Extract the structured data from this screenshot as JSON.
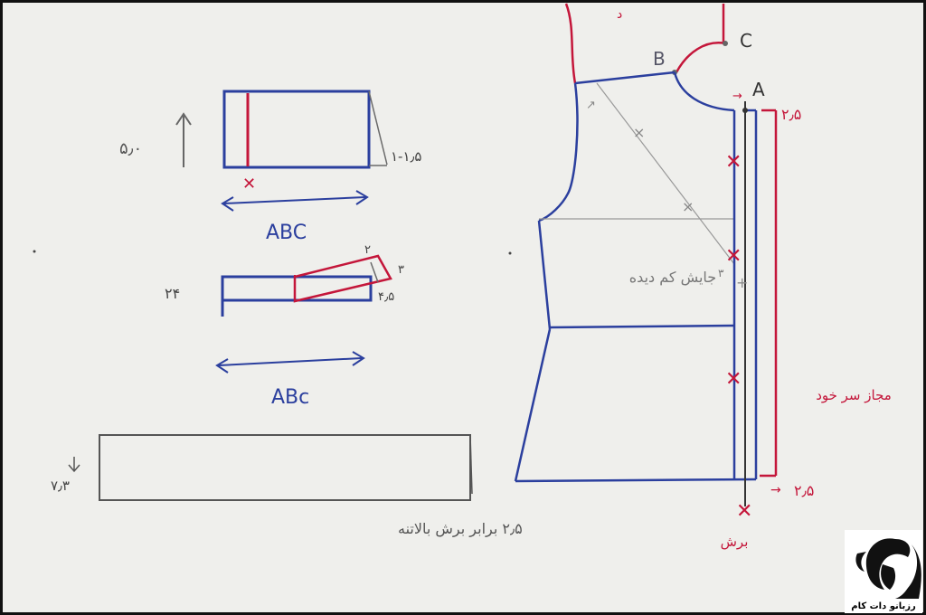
{
  "colors": {
    "paper": "#efefec",
    "blue": "#2b3f9e",
    "red": "#c4163a",
    "pencil": "#6a6a6a",
    "dark": "#222222"
  },
  "labels": {
    "point_a": "A",
    "point_b": "B",
    "point_c": "C",
    "measure_top_right": "۲٫۵",
    "measure_bottom_right": "۲٫۵",
    "persian_fold_line": "جایش کم دیده",
    "persian_seam_allowance": "مجاز سر خود",
    "persian_cut": "برش",
    "cut_mark": "✕",
    "small_3": "۳",
    "arrow_right": "→"
  },
  "collar": {
    "abc_label_top": "ABC",
    "abc_label_bottom": "ABc",
    "height_label": "۵٫۰",
    "corner_label": "۱-۱٫۵",
    "band_height_label": "۲۴",
    "band_right_top": "۲",
    "band_right_mid": "۳",
    "band_right_bottom": "۴٫۵"
  },
  "waistband": {
    "height_label": "۷٫۳",
    "caption": "۲٫۵ برابر برش بالاتنه"
  },
  "watermark": {
    "site_text": "رزبانو دات کام"
  }
}
